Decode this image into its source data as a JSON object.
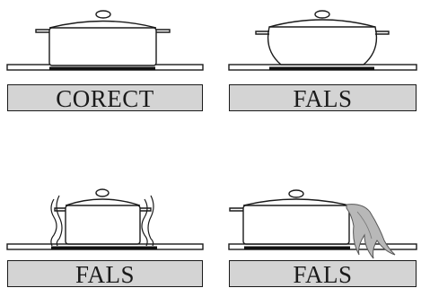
{
  "panels": [
    {
      "label": "CORECT"
    },
    {
      "label": "FALS"
    },
    {
      "label": "FALS"
    },
    {
      "label": "FALS"
    }
  ],
  "colors": {
    "stroke": "#1a1a1a",
    "label_background": "#d4d4d4",
    "burner": "#111111",
    "flame": "#b8b8b8"
  },
  "icons": [
    "pot-icon",
    "wide-pot-icon",
    "heat-waves-icon",
    "overflow-icon"
  ]
}
